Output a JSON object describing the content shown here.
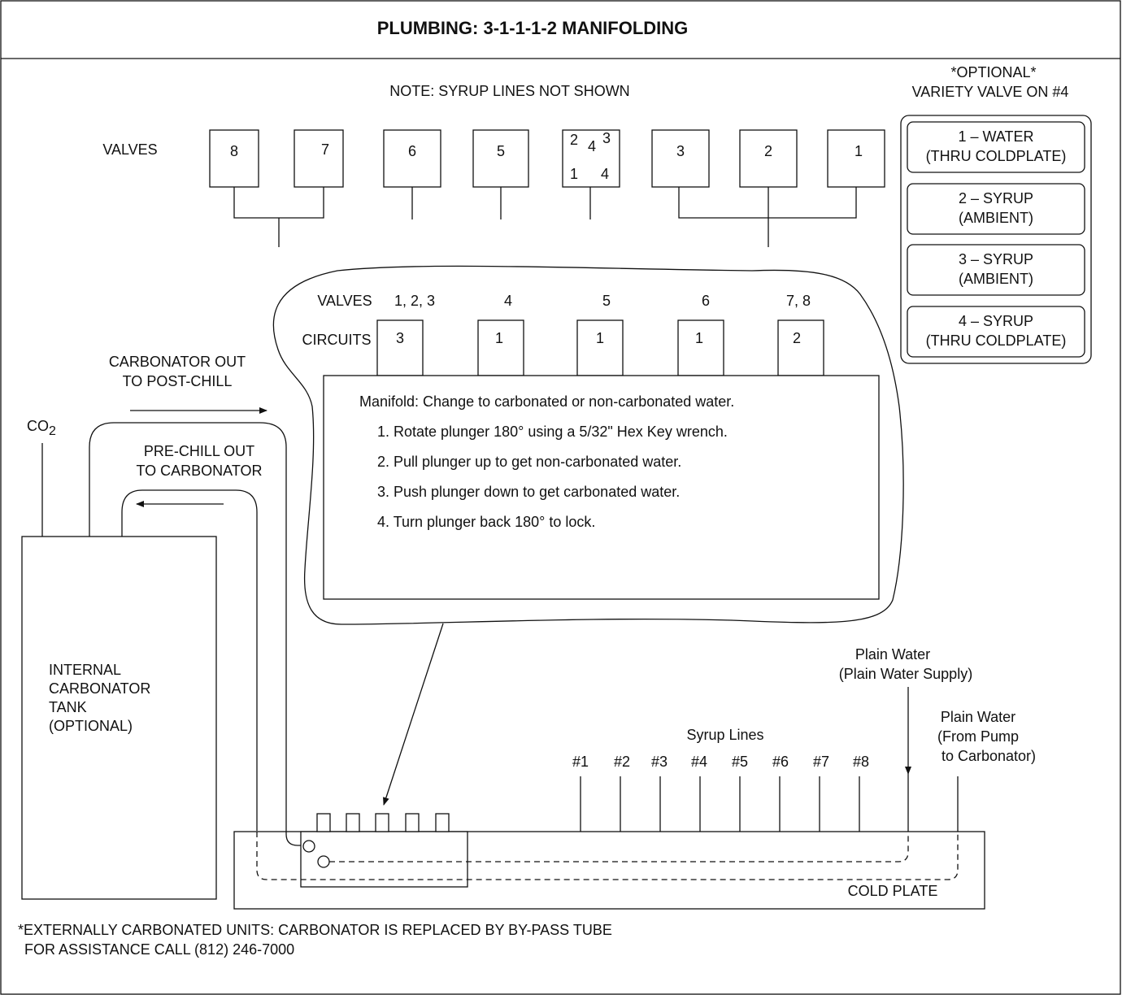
{
  "title": "PLUMBING: 3-1-1-1-2 MANIFOLDING",
  "note": "NOTE: SYRUP LINES NOT SHOWN",
  "valves_label": "VALVES",
  "top_valves": {
    "v8": "8",
    "v7": "7",
    "v6": "6",
    "v5": "5",
    "v4_tl": "2",
    "v4_tc": "4",
    "v4_tr": "3",
    "v4_bl": "1",
    "v4_br": "4",
    "v3": "3",
    "v2": "2",
    "v1": "1"
  },
  "optional": {
    "line1": "*OPTIONAL*",
    "line2": "VARIETY VALVE ON #4",
    "items": [
      {
        "line1": "1 – WATER",
        "line2": "(THRU COLDPLATE)"
      },
      {
        "line1": "2 – SYRUP",
        "line2": "(AMBIENT)"
      },
      {
        "line1": "3 – SYRUP",
        "line2": "(AMBIENT)"
      },
      {
        "line1": "4 – SYRUP",
        "line2": "(THRU COLDPLATE)"
      }
    ]
  },
  "manifold": {
    "valves_label": "VALVES",
    "circuits_label": "CIRCUITS",
    "valve_groups": [
      "1, 2, 3",
      "4",
      "5",
      "6",
      "7, 8"
    ],
    "circuits": [
      "3",
      "1",
      "1",
      "1",
      "2"
    ],
    "heading": "Manifold: Change to carbonated or non-carbonated water.",
    "steps": [
      "1. Rotate plunger 180° using a 5/32\" Hex Key wrench.",
      "2. Pull plunger up to get non-carbonated water.",
      "3. Push plunger down to get carbonated water.",
      "4. Turn plunger back 180° to lock."
    ]
  },
  "carbonator_out": {
    "line1": "CARBONATOR OUT",
    "line2": "TO POST-CHILL"
  },
  "prechill_out": {
    "line1": "PRE-CHILL OUT",
    "line2": "TO CARBONATOR"
  },
  "co2": {
    "main": "CO",
    "sub": "2"
  },
  "tank": [
    "INTERNAL",
    "CARBONATOR",
    "TANK",
    "(OPTIONAL)"
  ],
  "plain_water_supply": {
    "line1": "Plain Water",
    "line2": "(Plain Water Supply)"
  },
  "plain_water_pump": {
    "line1": "Plain Water",
    "line2": "(From Pump",
    "line3": "to Carbonator)"
  },
  "syrup_lines_label": "Syrup Lines",
  "syrup_lines": [
    "#1",
    "#2",
    "#3",
    "#4",
    "#5",
    "#6",
    "#7",
    "#8"
  ],
  "cold_plate": "COLD PLATE",
  "footer": {
    "line1": "*EXTERNALLY CARBONATED UNITS: CARBONATOR IS REPLACED BY BY-PASS TUBE",
    "line2": "FOR ASSISTANCE CALL (812) 246-7000"
  }
}
